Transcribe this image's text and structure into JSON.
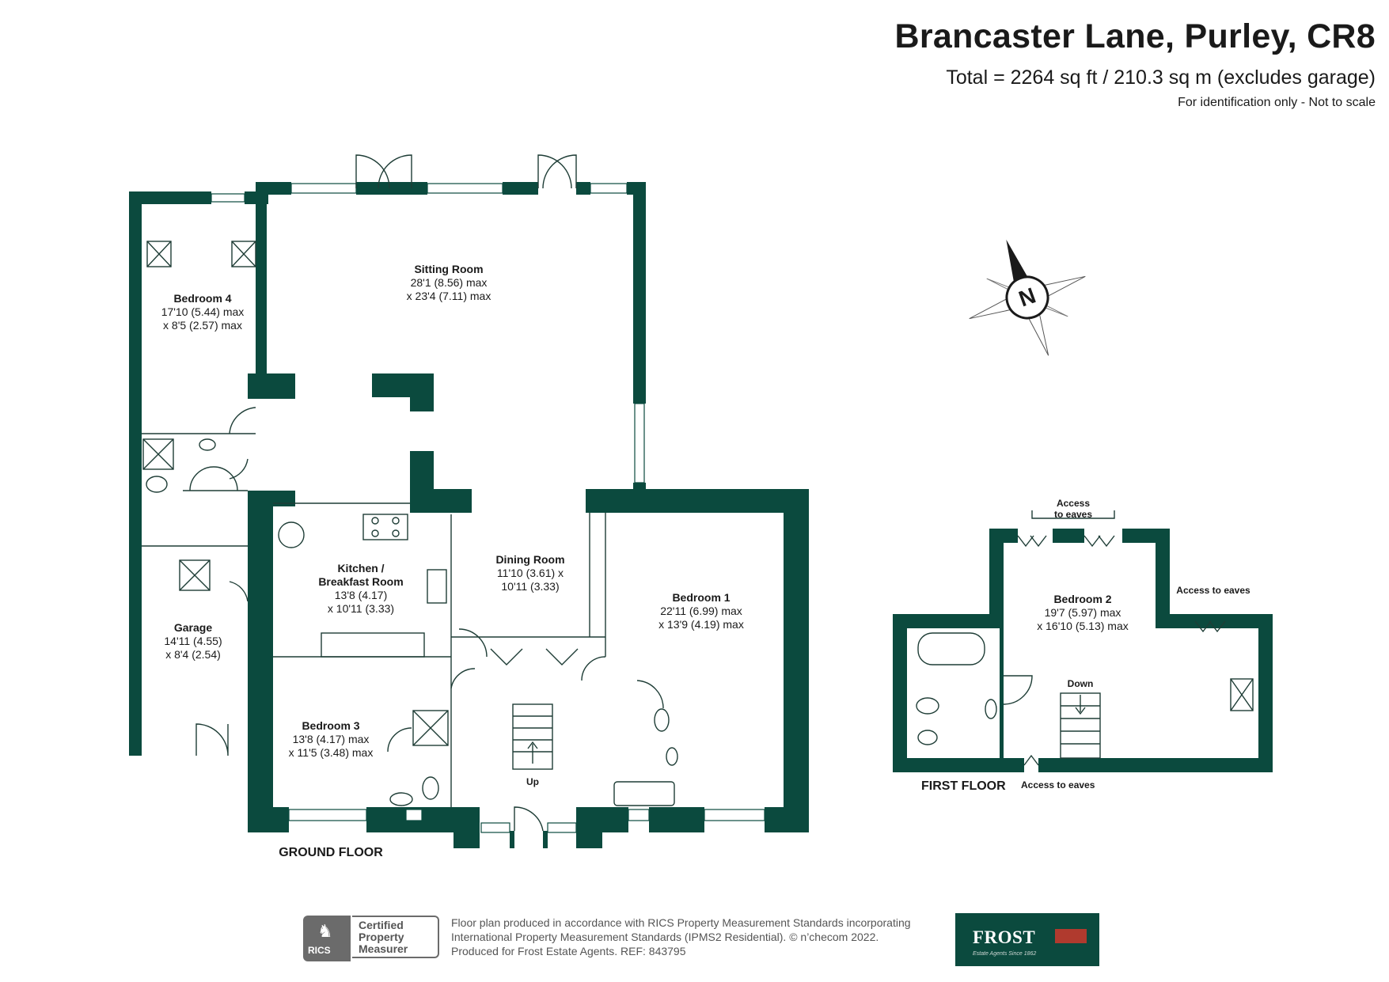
{
  "header": {
    "title": "Brancaster Lane, Purley, CR8",
    "total": "Total = 2264 sq ft / 210.3 sq m (excludes garage)",
    "note": "For identification only - Not to scale"
  },
  "compass": {
    "label": "N",
    "icon": "north-arrow-icon"
  },
  "ground_floor": {
    "label": "GROUND FLOOR",
    "rooms": {
      "sitting": {
        "name": "Sitting Room",
        "dim1": "28'1 (8.56) max",
        "dim2": "x 23'4 (7.11) max"
      },
      "bedroom4": {
        "name": "Bedroom 4",
        "dim1": "17'10 (5.44) max",
        "dim2": "x 8'5 (2.57) max"
      },
      "kitchen": {
        "name1": "Kitchen /",
        "name2": "Breakfast Room",
        "dim1": "13'8 (4.17)",
        "dim2": "x 10'11 (3.33)"
      },
      "dining": {
        "name": "Dining Room",
        "dim1": "11'10 (3.61) x",
        "dim2": "10'11 (3.33)"
      },
      "bedroom1": {
        "name": "Bedroom 1",
        "dim1": "22'11 (6.99) max",
        "dim2": "x 13'9 (4.19) max"
      },
      "garage": {
        "name": "Garage",
        "dim1": "14'11 (4.55)",
        "dim2": "x 8'4 (2.54)"
      },
      "bedroom3": {
        "name": "Bedroom 3",
        "dim1": "13'8 (4.17) max",
        "dim2": "x 11'5 (3.48) max"
      }
    },
    "stairs_label": "Up"
  },
  "first_floor": {
    "label": "FIRST FLOOR",
    "bedroom2": {
      "name": "Bedroom 2",
      "dim1": "19'7 (5.97) max",
      "dim2": "x 16'10 (5.13) max"
    },
    "eaves_top_1": "Access",
    "eaves_top_2": "to eaves",
    "eaves_right": "Access to eaves",
    "eaves_bottom": "Access to eaves",
    "stairs_label": "Down"
  },
  "footer": {
    "line1": "Floor plan produced in accordance with RICS Property Measurement Standards incorporating",
    "line2": "International Property Measurement Standards (IPMS2 Residential).   © n’checom 2022.",
    "line3": "Produced for Frost Estate Agents.   REF:  843795",
    "rics_abbr": "RICS",
    "cert1": "Certified",
    "cert2": "Property",
    "cert3": "Measurer",
    "agent_name": "FROST",
    "agent_tag": "Estate Agents Since 1862"
  },
  "colors": {
    "wall": "#0b4a3e",
    "brand": "#0b4a3e",
    "accent": "#b03a2e"
  }
}
